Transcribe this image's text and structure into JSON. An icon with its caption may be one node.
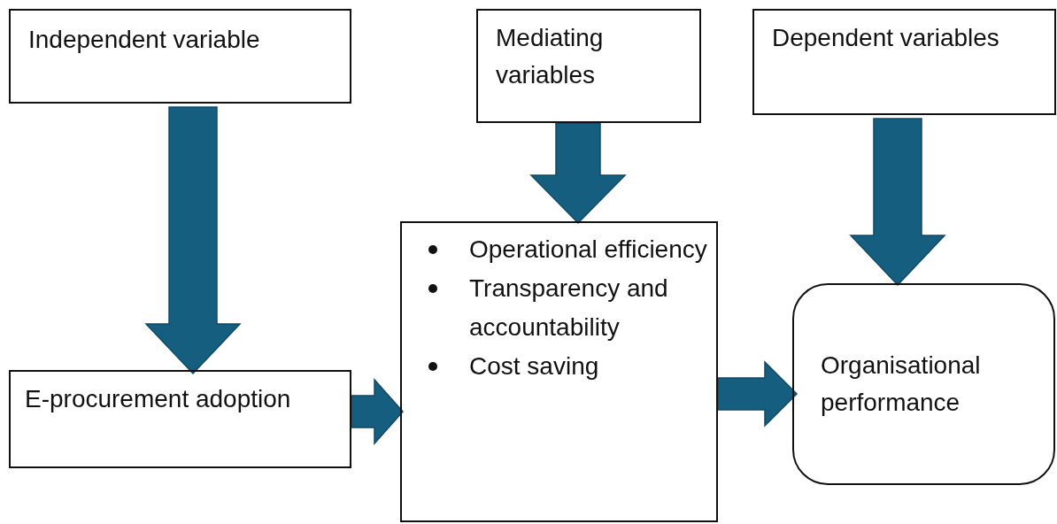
{
  "diagram": {
    "nodes": [
      {
        "text": [
          "Independent variable"
        ]
      },
      {
        "text": [
          "Mediating variables"
        ]
      },
      {
        "text": [
          "Dependent variables"
        ]
      },
      {
        "text": [
          "E-procurement adoption"
        ]
      },
      {
        "text": [
          "Operational efficiency",
          "Transparency and accountability",
          "Cost saving"
        ]
      },
      {
        "text": [
          "Organisational performance"
        ]
      }
    ],
    "edges": [
      {
        "from": 0,
        "to": 3,
        "arrow": "to",
        "style": "thick"
      },
      {
        "from": 1,
        "to": 4,
        "arrow": "to",
        "style": "thick"
      },
      {
        "from": 2,
        "to": 5,
        "arrow": "to",
        "style": "thick"
      },
      {
        "from": 3,
        "to": 4,
        "arrow": "to",
        "style": "thick"
      },
      {
        "from": 4,
        "to": 5,
        "arrow": "to",
        "style": "thick"
      }
    ]
  }
}
